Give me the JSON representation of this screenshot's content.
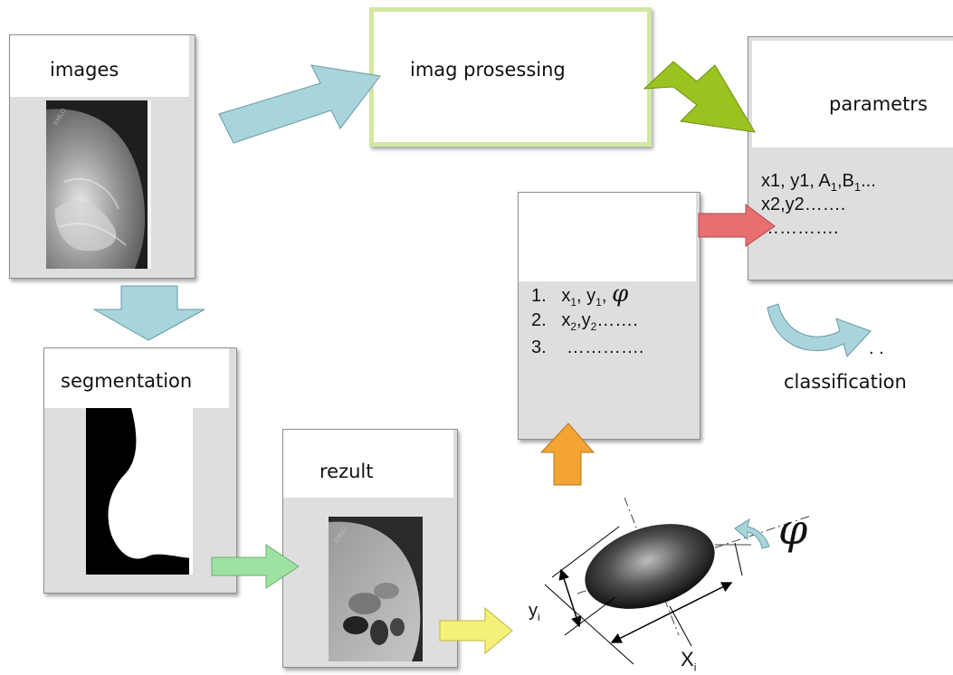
{
  "nodes": {
    "images": {
      "label": "images"
    },
    "processing": {
      "label": "imag prosessing"
    },
    "parameters": {
      "label": "parametrs",
      "lines": [
        {
          "pre": "x1,  y1, A",
          "s1": "1",
          "mid": ",B",
          "s2": "1",
          "post": "..."
        },
        {
          "text": "x2,y2……."
        },
        {
          "text": "…………."
        }
      ]
    },
    "list": {
      "items": [
        {
          "num": "1.",
          "x": "x",
          "xs": "1",
          "y": "y",
          "ys": "1",
          "phi": "φ"
        },
        {
          "num": "2.",
          "x": "x",
          "xs": "2",
          "y": "y",
          "ys": "2",
          "rest": "……."
        },
        {
          "num": "3.",
          "rest": "…………."
        }
      ]
    },
    "classification": {
      "label": "classification",
      "mark": ". ."
    },
    "segmentation": {
      "label": "segmentation"
    },
    "result": {
      "label": "rezult"
    },
    "ellipse": {
      "xi": "X",
      "xi_sub": "i",
      "yi": "y",
      "yi_sub": "i",
      "phi": "φ"
    }
  },
  "colors": {
    "light_blue_arrow": "#a8d4dc",
    "green_arrow": "#9cc21f",
    "processing_border": "#d3e7a3",
    "red_arrow": "#e86f6f",
    "orange_arrow": "#f4a432",
    "light_green_arrow": "#9ee2a2",
    "yellow_arrow": "#f4f07a",
    "box_fill": "#dedede"
  }
}
